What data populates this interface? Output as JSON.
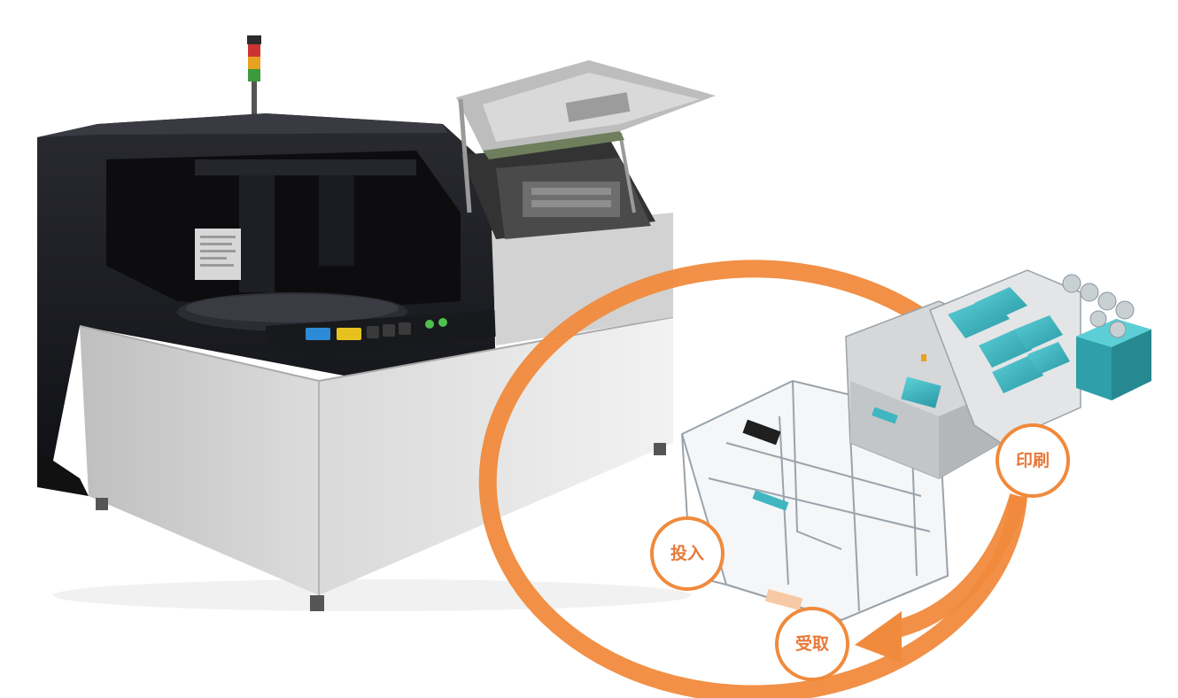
{
  "steps": {
    "load": "投入",
    "print": "印刷",
    "unload": "受取"
  },
  "colors": {
    "accent": "#f08a3c",
    "label": "#e8793a",
    "machine_dark": "#1c1d22",
    "machine_panel": "#e6e6e6",
    "module_teal": "#3fb6c0"
  },
  "icons": [
    "signal-tower-icon",
    "process-cycle-arrow-icon"
  ]
}
